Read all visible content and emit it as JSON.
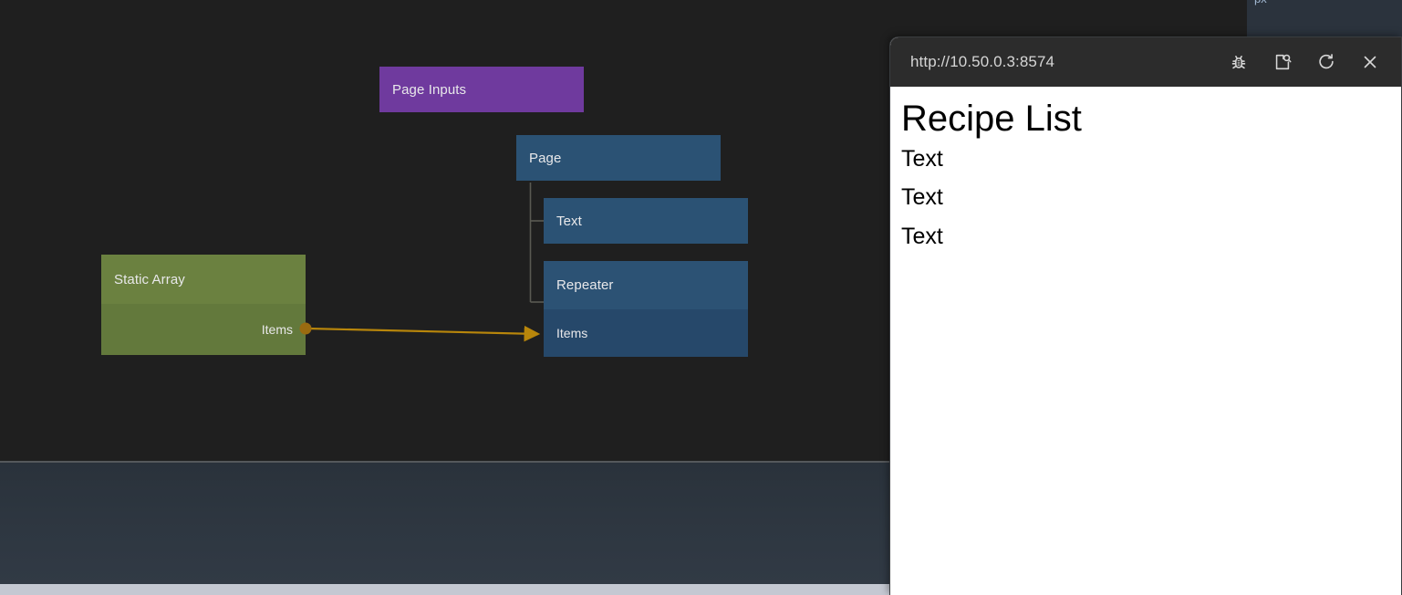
{
  "app": {
    "canvas": {
      "background_color": "#1f1f1f",
      "nodes": [
        {
          "id": "page-inputs",
          "title": "Page Inputs",
          "color": "#6f3a9e",
          "rows": []
        },
        {
          "id": "page",
          "title": "Page",
          "color": "#2b5274",
          "rows": []
        },
        {
          "id": "text",
          "title": "Text",
          "color": "#2b5274",
          "rows": []
        },
        {
          "id": "repeater",
          "title": "Repeater",
          "color": "#2c5274",
          "rows": [
            {
              "label": "Items",
              "side": "input"
            }
          ]
        },
        {
          "id": "static-array",
          "title": "Static Array",
          "color": "#6b8140",
          "rows": [
            {
              "label": "Items",
              "side": "output"
            }
          ]
        }
      ],
      "connection": {
        "from": "static-array.Items",
        "to": "repeater.Items",
        "color": "#b8860b"
      },
      "tree_line_color": "#5a5a52"
    },
    "peek_panel": {
      "label": "px"
    },
    "lower_panel": {
      "background_top_color": "#2a323b",
      "background_bottom_color": "#313a45"
    },
    "status_strip": {
      "color": "#c4c8d2"
    }
  },
  "browser": {
    "url": "http://10.50.0.3:8574",
    "toolbar_buttons": [
      {
        "name": "bug-icon",
        "title": "Debug"
      },
      {
        "name": "page-inspect-icon",
        "title": "Inspect"
      },
      {
        "name": "reload-icon",
        "title": "Reload"
      },
      {
        "name": "close-icon",
        "title": "Close"
      }
    ],
    "content": {
      "heading": "Recipe List",
      "items": [
        "Text",
        "Text",
        "Text"
      ]
    }
  }
}
